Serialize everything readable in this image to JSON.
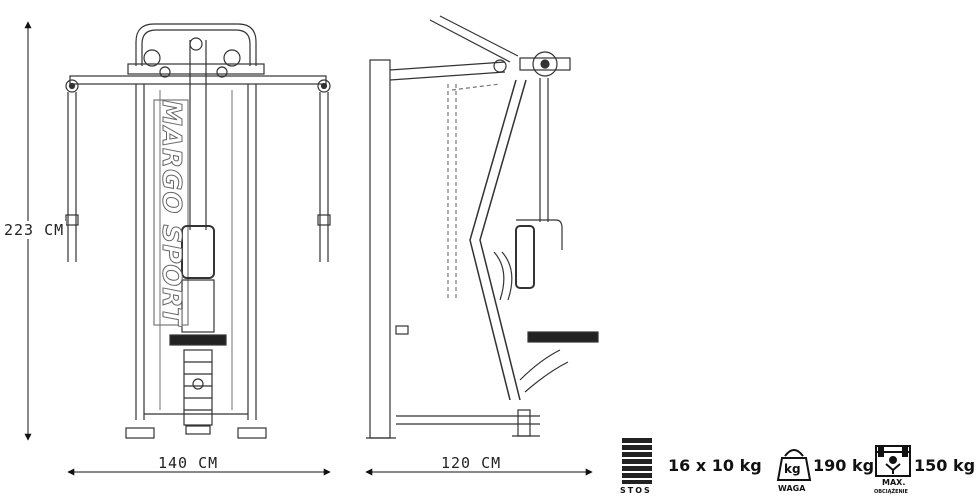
{
  "dimensions": {
    "height": "223 CM",
    "width_front": "140 CM",
    "depth_side": "120 CM"
  },
  "specs": {
    "stack": {
      "caption": "STOS",
      "value": "16 x 10 kg",
      "icon": "weight-stack-icon"
    },
    "weight": {
      "icon_text": "kg",
      "caption": "WAGA",
      "value": "190 kg",
      "icon": "kettlebell-weight-icon"
    },
    "max_load": {
      "caption": "MAX.",
      "sub_caption": "OBCIĄŻENIE",
      "value": "150 kg",
      "icon": "barbell-max-load-icon"
    }
  },
  "brand": {
    "logo_text": "MARGO SPORT"
  },
  "colors": {
    "line": "#333333",
    "light_line": "#888888",
    "fill": "#222222"
  }
}
